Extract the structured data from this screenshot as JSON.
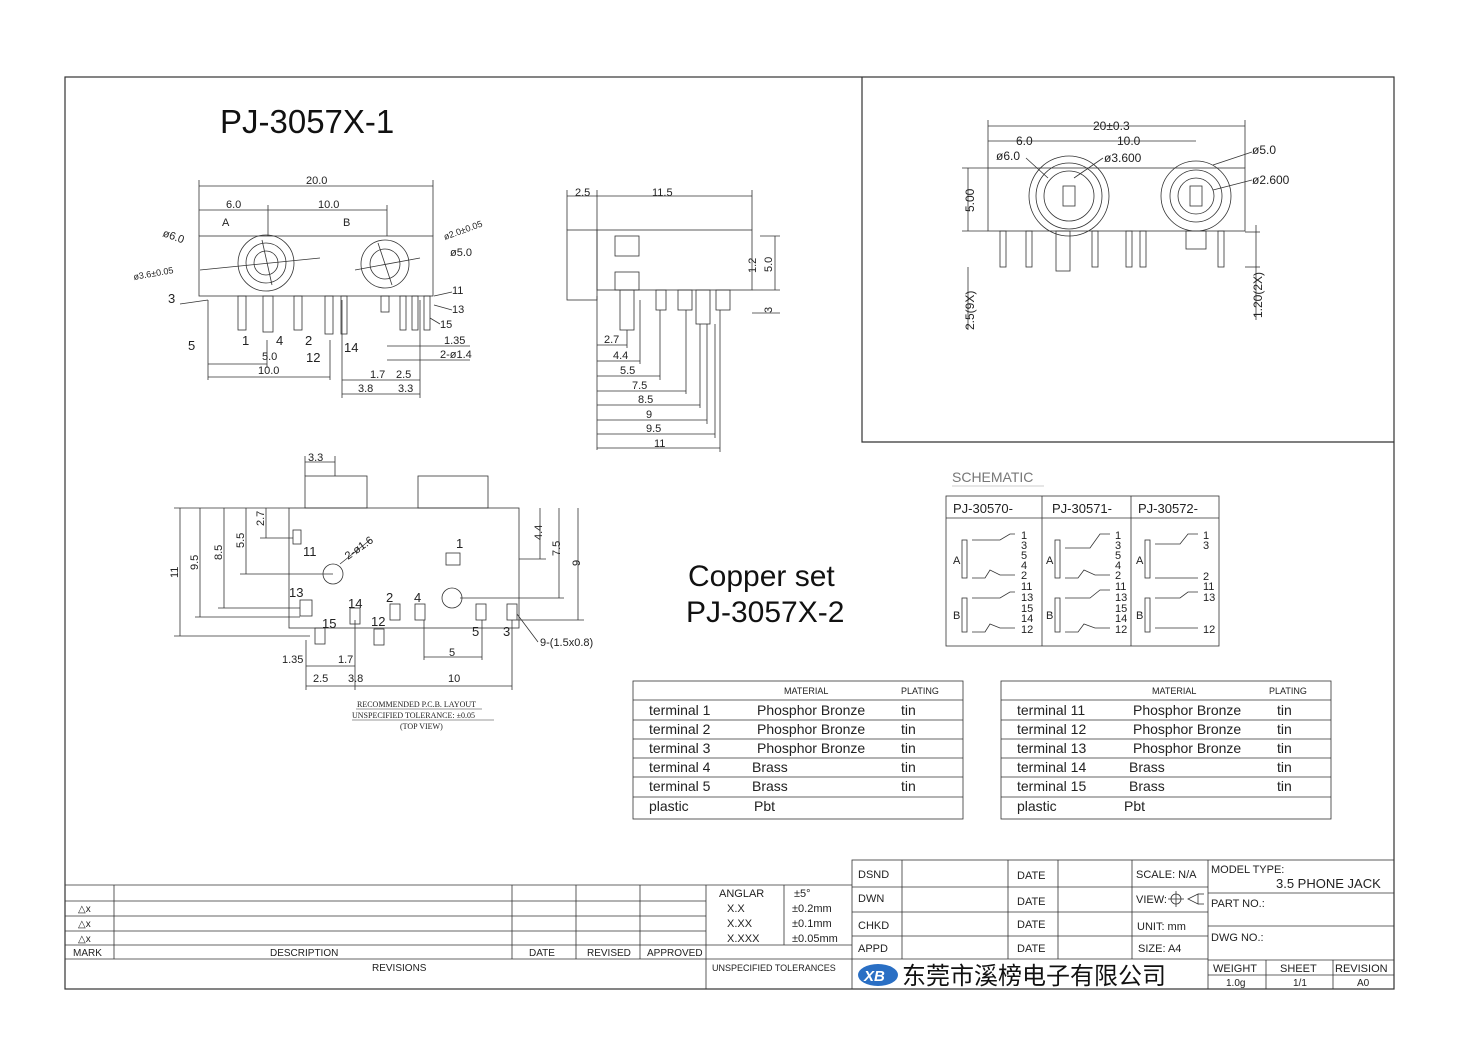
{
  "titles": {
    "top": "PJ-3057X-1",
    "copper_line1": "Copper set",
    "copper_line2": "PJ-3057X-2"
  },
  "front_view": {
    "dims": [
      "20.0",
      "6.0",
      "10.0",
      "A",
      "B",
      "ø6.0",
      "ø3.6±0.05",
      "ø2.0±0.05",
      "ø5.0",
      "3",
      "5",
      "1",
      "4",
      "2",
      "12",
      "14",
      "11",
      "13",
      "15",
      "5.0",
      "10.0",
      "1.35",
      "2-ø1.4",
      "1.7",
      "2.5",
      "3.8",
      "3.3"
    ]
  },
  "side_view": {
    "dims": [
      "2.5",
      "11.5",
      "5.0",
      "1.2",
      "3",
      "2.7",
      "4.4",
      "5.5",
      "7.5",
      "8.5",
      "9",
      "9.5",
      "11"
    ]
  },
  "detail_view": {
    "dims": [
      "20±0.3",
      "6.0",
      "10.0",
      "ø6.0",
      "ø3.600",
      "ø5.0",
      "ø2.600",
      "5.00",
      "2.5(9X)",
      "1.20(2X)"
    ]
  },
  "pcb": {
    "dims": [
      "3.3",
      "11",
      "9.5",
      "8.5",
      "5.5",
      "2.7",
      "4.4",
      "7.5",
      "9",
      "2-ø1.6",
      "1",
      "11",
      "13",
      "14",
      "15",
      "12",
      "2",
      "4",
      "5",
      "3",
      "9-(1.5x0.8)",
      "1.35",
      "1.7",
      "5",
      "2.5",
      "3.8",
      "10"
    ],
    "caption1": "RECOMMENDED P.C.B. LAYOUT",
    "caption2": "UNSPECIFIED TOLERANCE: ±0.05",
    "caption3": "(TOP VIEW)"
  },
  "schematic": {
    "title": "SCHEMATIC",
    "headers": [
      "PJ-30570-",
      "PJ-30571-",
      "PJ-30572-"
    ],
    "col1_pins": [
      "1",
      "3",
      "5",
      "4",
      "2",
      "11",
      "13",
      "15",
      "14",
      "12"
    ],
    "col2_pins": [
      "1",
      "3",
      "5",
      "4",
      "2",
      "11",
      "13",
      "15",
      "14",
      "12"
    ],
    "col3_pins": [
      "1",
      "3",
      "2",
      "11",
      "13",
      "12"
    ],
    "side_labels": [
      "A",
      "B"
    ]
  },
  "material_left": {
    "col_material": "MATERIAL",
    "col_plating": "PLATING",
    "rows": [
      [
        "terminal 1",
        "Phosphor Bronze",
        "tin"
      ],
      [
        "terminal 2",
        "Phosphor Bronze",
        "tin"
      ],
      [
        "terminal 3",
        "Phosphor Bronze",
        "tin"
      ],
      [
        "terminal 4",
        "Brass",
        "tin"
      ],
      [
        "terminal 5",
        "Brass",
        "tin"
      ],
      [
        "plastic",
        "Pbt",
        ""
      ]
    ]
  },
  "material_right": {
    "col_material": "MATERIAL",
    "col_plating": "PLATING",
    "rows": [
      [
        "terminal 11",
        "Phosphor Bronze",
        "tin"
      ],
      [
        "terminal 12",
        "Phosphor Bronze",
        "tin"
      ],
      [
        "terminal 13",
        "Phosphor Bronze",
        "tin"
      ],
      [
        "terminal 14",
        "Brass",
        "tin"
      ],
      [
        "terminal 15",
        "Brass",
        "tin"
      ],
      [
        "plastic",
        "Pbt",
        ""
      ]
    ]
  },
  "revisions": {
    "marks": [
      "△x",
      "△x",
      "△x"
    ],
    "h_mark": "MARK",
    "h_desc": "DESCRIPTION",
    "h_date": "DATE",
    "h_revised": "REVISED",
    "h_approved": "APPROVED",
    "footer": "REVISIONS"
  },
  "tolerances": {
    "rows": [
      [
        "ANGLAR",
        "±5°"
      ],
      [
        "X.X",
        "±0.2mm"
      ],
      [
        "X.XX",
        "±0.1mm"
      ],
      [
        "X.XXX",
        "±0.05mm"
      ]
    ],
    "footer": "UNSPECIFIED TOLERANCES"
  },
  "signoff": {
    "rows": [
      [
        "DSND",
        "DATE"
      ],
      [
        "DWN",
        "DATE"
      ],
      [
        "CHKD",
        "DATE"
      ],
      [
        "APPD",
        "DATE"
      ]
    ]
  },
  "titleblock": {
    "scale": "SCALE: N/A",
    "view": "VIEW:",
    "unit": "UNIT: mm",
    "size": "SIZE: A4",
    "model_type_label": "MODEL TYPE:",
    "model_type": "3.5 PHONE JACK",
    "part_no": "PART NO.:",
    "dwg_no": "DWG NO.:",
    "weight_label": "WEIGHT",
    "weight": "1.0g",
    "sheet_label": "SHEET",
    "sheet": "1/1",
    "revision_label": "REVISION",
    "revision": "A0",
    "company": "东莞市溪榜电子有限公司",
    "logo": "XB"
  }
}
